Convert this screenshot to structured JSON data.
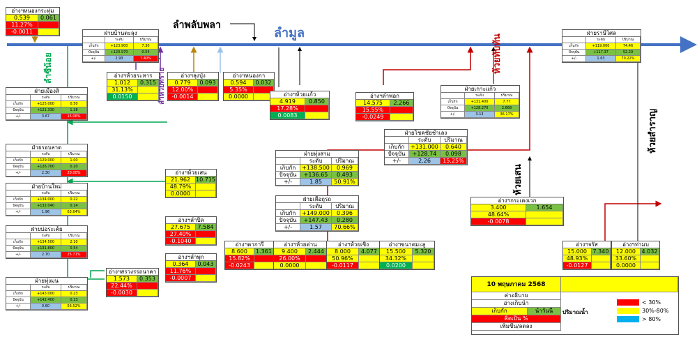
{
  "labels": {
    "lampalungpla": "ลำพลับพลา",
    "lamun": "ลำมูล",
    "lamsaenoi": "ลำซีน้อย",
    "lamhuairsai": "ลำห้วยทราย",
    "huaitabthan": "ห้วยทับทัน",
    "huaisamran": "ห้วยสำราญ",
    "huaisaen": "ห้วยเสน"
  },
  "reservoirs": [
    {
      "id": "nongkrathum",
      "name": "อ่างฯหนองกระทุ่ม",
      "v1": "0.539",
      "v2": "0.061",
      "pct": "11.27%",
      "chg": "-0.0011"
    },
    {
      "id": "huairakhai",
      "name": "อ่างฯห้วยระหาร",
      "v1": "1.012",
      "v2": "0.315",
      "pct": "31.13%",
      "chg": "0.0150"
    },
    {
      "id": "lamputhong",
      "name": "อ่างฯลุงปุ่ง",
      "v1": "0.779",
      "v2": "0.093",
      "pct": "12.00%",
      "chg": "-0.0014"
    },
    {
      "id": "nongkla",
      "name": "อ่างฯหนองกา",
      "v1": "0.594",
      "v2": "0.032",
      "pct": "5.35%",
      "chg": "0.0000"
    },
    {
      "id": "huaikaeo",
      "name": "อ่างฯห้วยแก้ว",
      "v1": "4.919",
      "v2": "0.850",
      "pct": "17.28%",
      "chg": "0.0083"
    },
    {
      "id": "lamphok",
      "name": "อ่างฯลำพอก",
      "v1": "14.575",
      "v2": "2.266",
      "pct": "15.55%",
      "chg": "-0.0249"
    },
    {
      "id": "huaisen",
      "name": "อ่างฯห้วยเสน",
      "v1": "21.962",
      "v2": "10.715",
      "pct": "48.79%",
      "chg": "0.0000"
    },
    {
      "id": "lamphi",
      "name": "อ่างฯลำปีล",
      "v1": "27.675",
      "v2": "7.584",
      "pct": "27.40%",
      "chg": "-0.1040"
    },
    {
      "id": "lamphuk",
      "name": "อ่างฯลำพุก",
      "v1": "0.364",
      "v2": "0.043",
      "pct": "11.76%",
      "chg": "-0.0007"
    },
    {
      "id": "suangsamrong",
      "name": "อ่างฯสรวงรรถนาคา",
      "v1": "1.573",
      "v2": "0.353",
      "pct": "22.44%",
      "chg": "-0.0030"
    },
    {
      "id": "kradaengnga",
      "name": "อ่างฯกระเดงเวก",
      "v1": "3.400",
      "v2": "1.654",
      "pct": "48.64%",
      "chg": "-0.0078"
    },
    {
      "id": "jaras",
      "name": "อ่างฯจรัส",
      "v1": "15.000",
      "v2": "7.340",
      "pct": "48.93%",
      "chg": "-0.0127"
    },
    {
      "id": "thamyai",
      "name": "อ่างฯท่ามบ",
      "v1": "12.000",
      "v2": "4.032",
      "pct": "33.60%",
      "chg": "0.0000"
    },
    {
      "id": "talakari",
      "name": "อ่างฯตาการี",
      "v1": "8.600",
      "v2": "1.361",
      "pct": "15.82%",
      "chg": "-0.0243"
    },
    {
      "id": "huaidan",
      "name": "อ่างฯห้วยด่าน",
      "v1": "9.400",
      "v2": "2.444",
      "pct": "26.00%",
      "chg": "0.0000"
    },
    {
      "id": "huaichor",
      "name": "อ่างฯห้วยเชิง",
      "v1": "8.000",
      "v2": "4.077",
      "pct": "50.96%",
      "chg": "-0.0117"
    },
    {
      "id": "khanamnoi",
      "name": "อ่างฯขนาดมะลู",
      "v1": "15.500",
      "v2": "5.320",
      "pct": "34.32%",
      "chg": "0.0200"
    }
  ],
  "weirs": [
    {
      "id": "banlaeng",
      "name": "ฝ่ายบ้านตะลุง",
      "h": [
        "ระดับ",
        "ปริมาณ"
      ],
      "r1": [
        "เก็บกัก",
        "+123.900",
        "7.30"
      ],
      "r2": [
        "ปัจจุบัน",
        "+120.970",
        "0.54"
      ],
      "r3": [
        "+/-",
        "2.93",
        "7.40%"
      ]
    },
    {
      "id": "mueangsi",
      "name": "ฝ่ายเมืองสิ",
      "h": [
        "ระดับ",
        "ปริมาณ"
      ],
      "r1": [
        "เก็บกัก",
        "+125.000",
        "0.50"
      ],
      "r2": [
        "ปัจจุบัน",
        "+121.330",
        "1.28"
      ],
      "r3": [
        "+/-",
        "3.67",
        "15.06%"
      ]
    },
    {
      "id": "suanglam",
      "name": "ฝ่ายรอบลาด",
      "h": [
        "ระดับ",
        "ปริมาณ"
      ],
      "r1": [
        "เก็บกัก",
        "+129.000",
        "1.00"
      ],
      "r2": [
        "ปัจจุบัน",
        "+126.700",
        "0.20"
      ],
      "r3": [
        "+/-",
        "2.30",
        "20.00%"
      ]
    },
    {
      "id": "banmai",
      "name": "ฝ่ายบ้านใหม่",
      "h": [
        "ระดับ",
        "ปริมาณ"
      ],
      "r1": [
        "เก็บกัก",
        "+134.000",
        "0.22"
      ],
      "r2": [
        "ปัจจุบัน",
        "+132.040",
        "0.14"
      ],
      "r3": [
        "+/-",
        "1.96",
        "63.64%"
      ]
    },
    {
      "id": "nongkhe",
      "name": "ฝ่ายบ่อระเค้ย",
      "h": [
        "ระดับ",
        "ปริมาณ"
      ],
      "r1": [
        "เก็บกัก",
        "+134.500",
        "2.10"
      ],
      "r2": [
        "ปัจจุบัน",
        "+131.800",
        "0.54"
      ],
      "r3": [
        "+/-",
        "2.70",
        "25.71%"
      ]
    },
    {
      "id": "thungman",
      "name": "ฝ่ายทุ่งมน",
      "h": [
        "ระดับ",
        "ปริมาณ"
      ],
      "r1": [
        "เก็บกัก",
        "+143.000",
        "0.23"
      ],
      "r2": [
        "ปัจจุบัน",
        "+142.400",
        "0.13"
      ],
      "r3": [
        "+/-",
        "0.60",
        "56.52%"
      ]
    },
    {
      "id": "rasisalai",
      "name": "ฝ่ายราษีไศล",
      "h": [
        "ระดับ",
        "ปริมาณ"
      ],
      "r1": [
        "เก็บกัก",
        "+119.000",
        "74.46"
      ],
      "r2": [
        "ปัจจุบัน",
        "+117.37",
        "52.29"
      ],
      "r3": [
        "+/-",
        "1.63",
        "70.22%"
      ]
    },
    {
      "id": "kokaew",
      "name": "ฝ่ายเกาะแก้ว",
      "h": [
        "ระดับ",
        "ปริมาณ"
      ],
      "r1": [
        "เก็บกัก",
        "+131.400",
        "7.77"
      ],
      "r2": [
        "ปัจจุบัน",
        "+128.270",
        "2.668"
      ],
      "r3": [
        "+/-",
        "3.13",
        "36.17%"
      ]
    },
    {
      "id": "huaithabthan",
      "name": "ฝ่ายโชคชัยชำเลง",
      "h": [
        "ระดับ",
        "ปริมาณ"
      ],
      "r1": [
        "เก็บกัก",
        "+131.000",
        "0.640"
      ],
      "r2": [
        "ปัจจุบัน",
        "+128.74",
        "0.098"
      ],
      "r3": [
        "+/-",
        "2.26",
        "15.25%"
      ]
    },
    {
      "id": "thungsam",
      "name": "ฝ่ายทุ่งสาม",
      "h": [
        "ระดับ",
        "ปริมาณ"
      ],
      "r1": [
        "เก็บกัก",
        "+138.500",
        "0.969"
      ],
      "r2": [
        "ปัจจุบัน",
        "+136.65",
        "0.493"
      ],
      "r3": [
        "+/-",
        "1.85",
        "50.91%"
      ]
    },
    {
      "id": "huaikhaem",
      "name": "ฝ่ายเสือถุรถ",
      "h": [
        "ระดับ",
        "ปริมาณ"
      ],
      "r1": [
        "เก็บกัก",
        "+149.000",
        "0.396"
      ],
      "r2": [
        "ปัจจุบัน",
        "+147.43",
        "0.280"
      ],
      "r3": [
        "+/-",
        "1.57",
        "70.66%"
      ]
    }
  ],
  "legend": {
    "date": "10 พฤษภาคม 2568",
    "rows": [
      "ค่าอธิบาย",
      "อ่างเก็บน้ำ",
      "เก็บกัก",
      "คิดเป็น %",
      "เพิ่มขึ้น/ลดลง"
    ],
    "today": "น้ำวันนี้",
    "volume": "ปริมาณน้ำ",
    "bands": [
      {
        "label": "< 30%",
        "color": "#ff0000"
      },
      {
        "label": "30%-80%",
        "color": "#ffff00"
      },
      {
        "label": "> 80%",
        "color": "#00b0f0"
      }
    ]
  }
}
